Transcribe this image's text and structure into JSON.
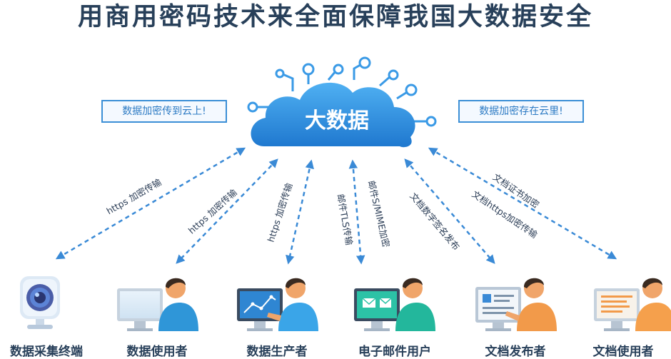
{
  "title": "用商用密码技术来全面保障我国大数据安全",
  "center": {
    "label": "大数据"
  },
  "callouts": {
    "left": "数据加密传到云上!",
    "right": "数据加密存在云里!"
  },
  "links": [
    {
      "label": "https 加密传输"
    },
    {
      "label": "https 加密传输"
    },
    {
      "label": "https 加密传输"
    },
    {
      "label": "邮件TLS传输"
    },
    {
      "label": "邮件S/MIME加密"
    },
    {
      "label": "文档数字签名发布"
    },
    {
      "label": "文档证书加密"
    },
    {
      "label": "文档https加密传输"
    }
  ],
  "nodes": [
    {
      "label": "数据采集终端",
      "icon": "webcam-icon"
    },
    {
      "label": "数据使用者",
      "icon": "user-at-monitor-icon"
    },
    {
      "label": "数据生产者",
      "icon": "user-at-chart-monitor-icon"
    },
    {
      "label": "电子邮件用户",
      "icon": "user-at-mail-monitor-icon"
    },
    {
      "label": "文档发布者",
      "icon": "user-at-document-board-icon"
    },
    {
      "label": "文档使用者",
      "icon": "user-at-document-monitor-icon"
    }
  ],
  "colors": {
    "title": "#28405a",
    "cloud": "#2f8fde",
    "arrow": "#3a8ad6",
    "skin": "#f0a56a",
    "hair": "#3a2a20"
  }
}
